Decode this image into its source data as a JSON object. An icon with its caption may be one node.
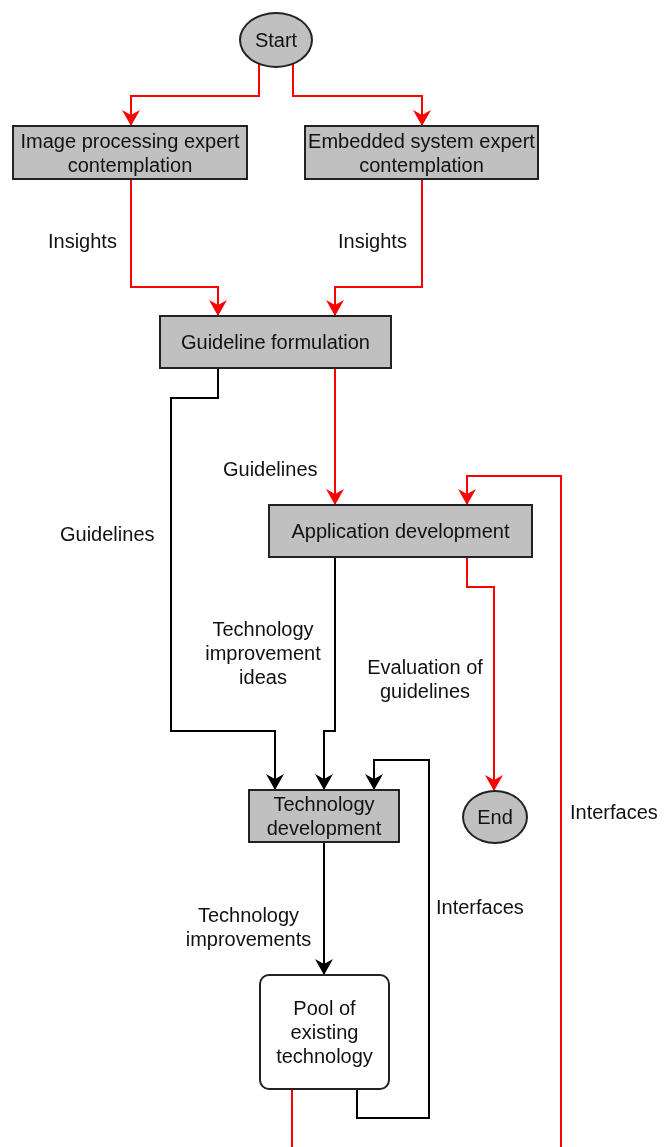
{
  "diagram": {
    "nodes": [
      {
        "text": [
          "Start"
        ]
      },
      {
        "text": [
          "Image processing expert contemplation"
        ]
      },
      {
        "text": [
          "Embedded system expert contemplation"
        ]
      },
      {
        "text": [
          "Guideline formulation"
        ]
      },
      {
        "text": [
          "Application development"
        ]
      },
      {
        "text": [
          "End"
        ]
      },
      {
        "text": [
          "Technology development"
        ]
      },
      {
        "text": [
          "Pool of existing technology"
        ]
      }
    ],
    "edges": [
      {
        "from": 0,
        "to": 1,
        "arrow": "to"
      },
      {
        "from": 0,
        "to": 2,
        "arrow": "to"
      },
      {
        "from": 1,
        "to": 3,
        "arrow": "to",
        "label": "Insights"
      },
      {
        "from": 2,
        "to": 3,
        "arrow": "to",
        "label": "Insights"
      },
      {
        "from": 3,
        "to": 4,
        "arrow": "to",
        "label": "Guidelines"
      },
      {
        "from": 3,
        "to": 6,
        "arrow": "to",
        "label": "Guidelines",
        "color": "#000000"
      },
      {
        "from": 4,
        "to": 6,
        "arrow": "to",
        "label": "Technology improvement ideas",
        "color": "#000000"
      },
      {
        "from": 4,
        "to": 5,
        "arrow": "to",
        "label": "Evaluation of guidelines"
      },
      {
        "from": 6,
        "to": 7,
        "arrow": "to",
        "label": "Technology improvements",
        "color": "#000000"
      },
      {
        "from": 7,
        "to": 6,
        "arrow": "to",
        "label": "Interfaces",
        "color": "#000000"
      },
      {
        "from": 7,
        "to": 4,
        "arrow": "to",
        "label": "Interfaces"
      }
    ]
  }
}
